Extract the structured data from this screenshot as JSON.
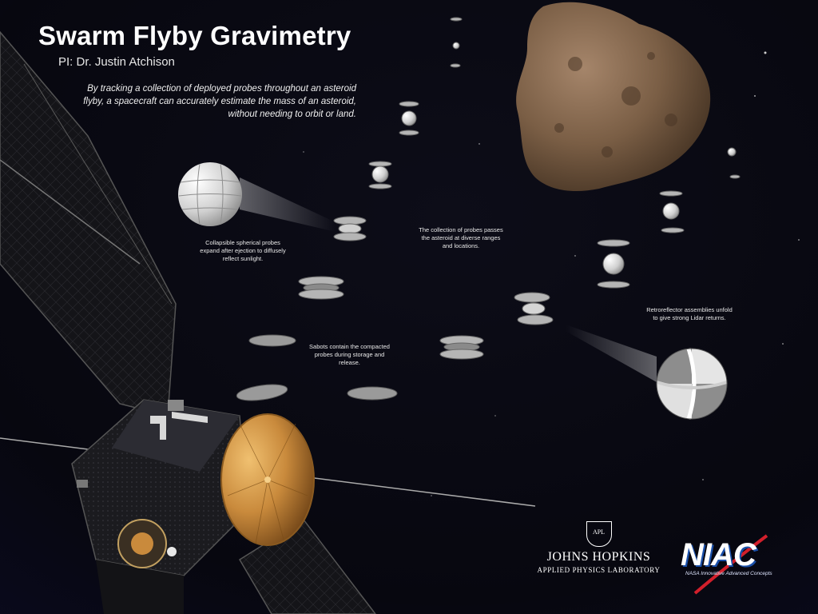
{
  "title": "Swarm Flyby Gravimetry",
  "subtitle": "PI: Dr. Justin Atchison",
  "intro": "By tracking a collection of deployed probes throughout an asteroid flyby, a spacecraft can accurately estimate the mass of an asteroid, without needing to orbit or land.",
  "captions": {
    "collapsible": "Collapsible spherical probes expand after ejection to diffusely reflect sunlight.",
    "collection": "The collection of probes passes the asteroid at diverse ranges and locations.",
    "sabots": "Sabots contain the compacted probes during storage and release.",
    "retroreflector": "Retroreflector assemblies unfold to give strong Lidar returns."
  },
  "logos": {
    "jhu_seal": "APL",
    "jhu_name": "JOHNS HOPKINS",
    "jhu_lab": "APPLIED PHYSICS LABORATORY",
    "niac_mark": "NIAC",
    "niac_sub": "NASA Innovative Advanced Concepts"
  },
  "colors": {
    "background": "#06060e",
    "asteroid": "#7a5e45",
    "probe": "#bdbdbd",
    "dish": "#c98a3c",
    "niac_blue": "#1a4fa8",
    "niac_red": "#d21f2b"
  }
}
